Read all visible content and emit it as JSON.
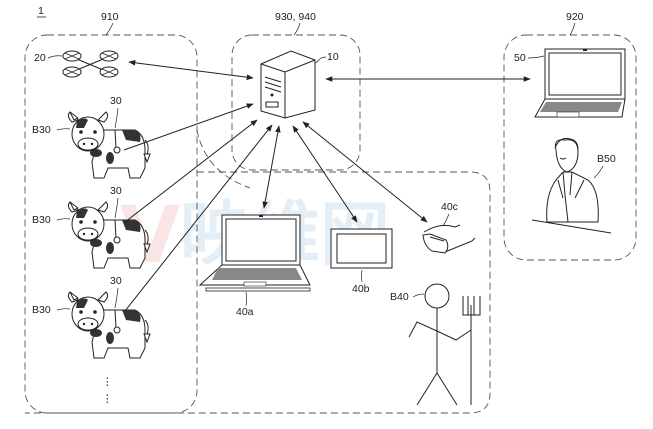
{
  "figure": {
    "figure_number": "1",
    "regions": {
      "farm": "910",
      "server_area": "930, 940",
      "remote_office": "920"
    },
    "nodes": {
      "server": "10",
      "drone": "20",
      "sensor": "30",
      "cattle": "B30",
      "laptop_user": "40a",
      "tablet": "40b",
      "smart_glasses": "40c",
      "farmer": "B40",
      "remote_laptop": "50",
      "remote_person": "B50"
    },
    "continuation_marker": "⋮",
    "connections": [
      {
        "from": "server",
        "to": "drone",
        "type": "bidirectional"
      },
      {
        "from": "server",
        "to": "remote_laptop",
        "type": "bidirectional"
      },
      {
        "from": "sensor_1",
        "to": "server",
        "type": "unidirectional"
      },
      {
        "from": "sensor_2",
        "to": "server",
        "type": "unidirectional"
      },
      {
        "from": "sensor_3",
        "to": "server",
        "type": "unidirectional"
      },
      {
        "from": "server",
        "to": "laptop_user",
        "type": "bidirectional"
      },
      {
        "from": "server",
        "to": "tablet",
        "type": "bidirectional"
      },
      {
        "from": "server",
        "to": "smart_glasses",
        "type": "bidirectional"
      }
    ]
  },
  "watermark": {
    "text": "映维网",
    "colors": {
      "logo_red": "#e04040",
      "logo_blue": "#3a7fc8"
    }
  }
}
